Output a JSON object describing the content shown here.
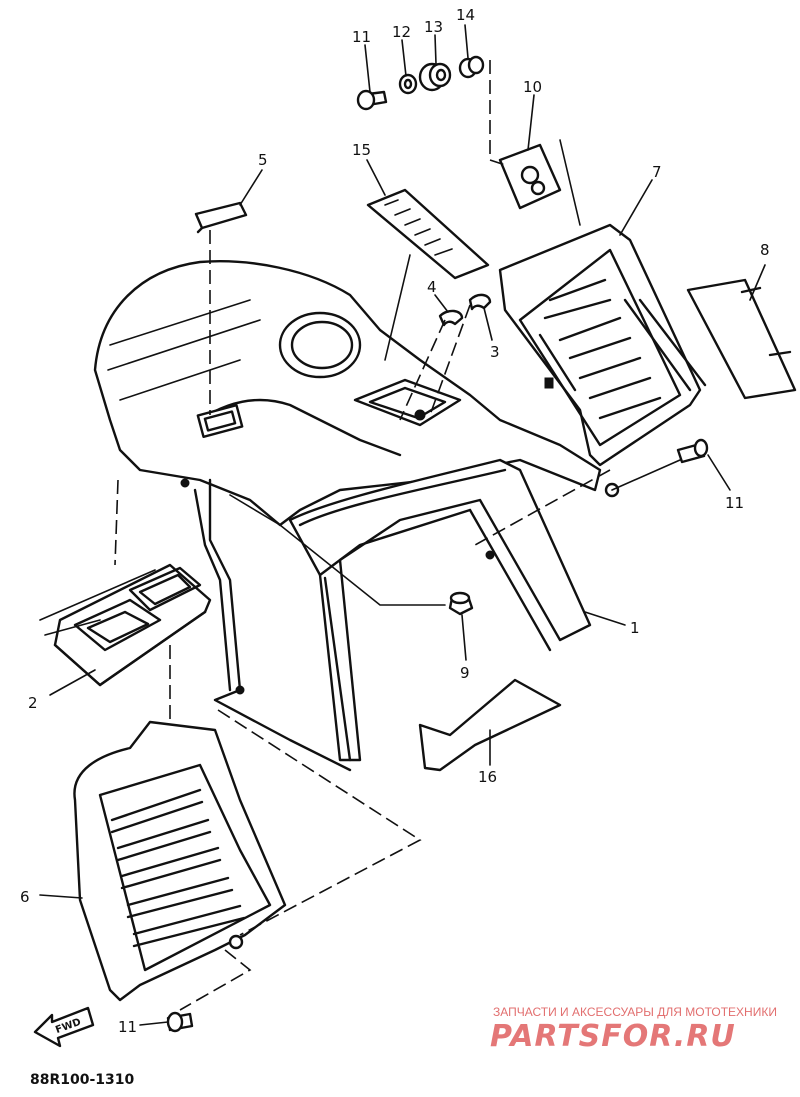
{
  "diagram": {
    "callouts": [
      {
        "id": "c11a",
        "text": "11"
      },
      {
        "id": "c12",
        "text": "12"
      },
      {
        "id": "c13",
        "text": "13"
      },
      {
        "id": "c14",
        "text": "14"
      },
      {
        "id": "c10",
        "text": "10"
      },
      {
        "id": "c5",
        "text": "5"
      },
      {
        "id": "c15",
        "text": "15"
      },
      {
        "id": "c7",
        "text": "7"
      },
      {
        "id": "c8",
        "text": "8"
      },
      {
        "id": "c4",
        "text": "4"
      },
      {
        "id": "c3",
        "text": "3"
      },
      {
        "id": "c11b",
        "text": "11"
      },
      {
        "id": "c1",
        "text": "1"
      },
      {
        "id": "c9",
        "text": "9"
      },
      {
        "id": "c2",
        "text": "2"
      },
      {
        "id": "c16",
        "text": "16"
      },
      {
        "id": "c6",
        "text": "6"
      },
      {
        "id": "c11c",
        "text": "11"
      }
    ],
    "diagram_code": "88R100-1310",
    "forward_label": "FWD"
  },
  "watermark": {
    "tagline": "ЗАПЧАСТИ И АКСЕССУАРЫ ДЛЯ МОТОТЕХНИКИ",
    "brand": "PARTSFOR.RU",
    "color": "#e06060"
  }
}
